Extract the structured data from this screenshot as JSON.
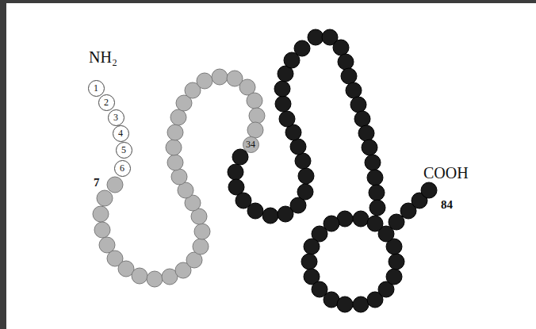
{
  "diagram": {
    "nodes": [
      {
        "text": [
          "1"
        ]
      },
      {
        "text": [
          "2"
        ]
      },
      {
        "text": [
          "3"
        ]
      },
      {
        "text": [
          "4"
        ]
      },
      {
        "text": [
          "5"
        ]
      },
      {
        "text": [
          "6"
        ]
      },
      {
        "text": [
          "34"
        ]
      }
    ],
    "labels": [
      "NH₂",
      "7",
      "COOH",
      "84"
    ]
  }
}
